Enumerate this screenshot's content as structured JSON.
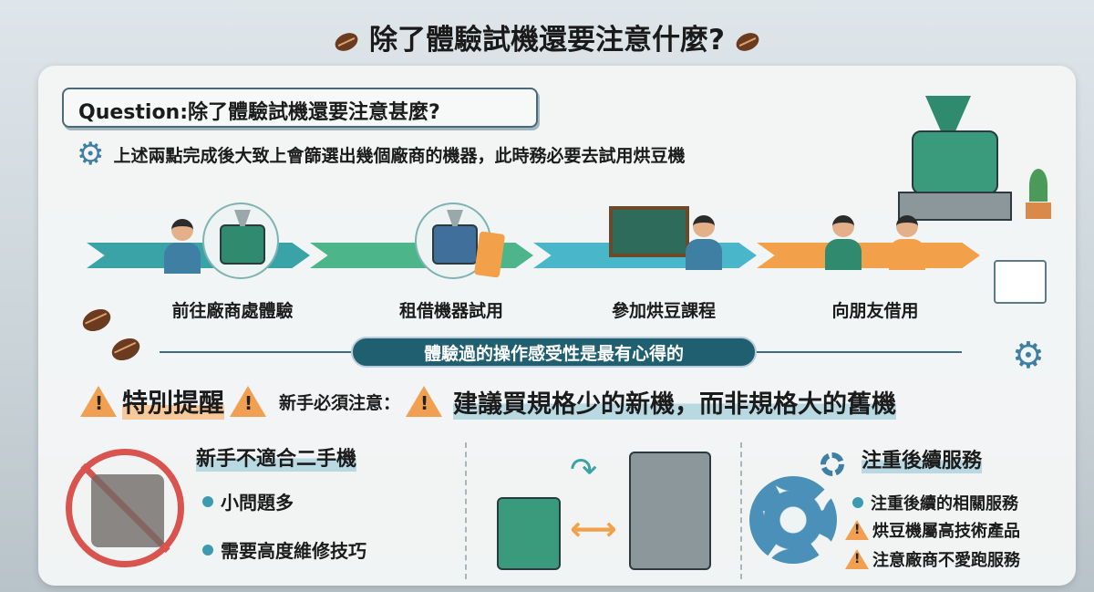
{
  "title": "除了體驗試機還要注意什麼?",
  "question": "Question:除了體驗試機還要注意甚麼?",
  "intro": "上述兩點完成後大致上會篩選出幾個廠商的機器，此時務必要去試用烘豆機",
  "steps": [
    {
      "label": "前往廠商處體驗",
      "color": "#3aa3a8"
    },
    {
      "label": "租借機器試用",
      "color": "#4cb58a"
    },
    {
      "label": "參加烘豆課程",
      "color": "#49b7c9"
    },
    {
      "label": "向朋友借用",
      "color": "#f2a14a"
    }
  ],
  "banner": "體驗過的操作感受性是最有心得的",
  "reminder": {
    "title": "特別提醒",
    "prefix": "新手必須注意：",
    "text": "建議買規格少的新機，而非規格大的舊機"
  },
  "col1": {
    "heading": "新手不適合二手機",
    "items": [
      "小問題多",
      "需要高度維修技巧"
    ]
  },
  "col3": {
    "heading": "注重後續服務",
    "items": [
      {
        "icon": "dot",
        "text": "注重後續的相關服務"
      },
      {
        "icon": "warning",
        "text": "烘豆機屬高技術產品"
      },
      {
        "icon": "warning",
        "text": "注意廠商不愛跑服務"
      }
    ]
  }
}
